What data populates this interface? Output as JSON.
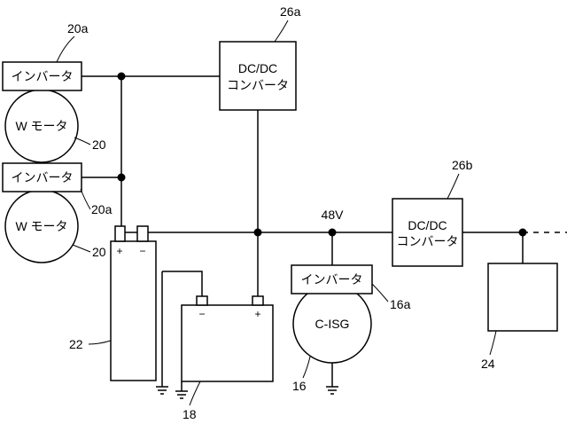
{
  "labels": {
    "inverter_w1": "インバータ",
    "inverter_w2": "インバータ",
    "inverter_isg": "インバータ",
    "motor_w1": "W モータ",
    "motor_w2": "W モータ",
    "dcdc_a_line1": "DC/DC",
    "dcdc_a_line2": "コンバータ",
    "dcdc_b_line1": "DC/DC",
    "dcdc_b_line2": "コンバータ",
    "isg": "C-ISG",
    "voltage": "48V",
    "batt22_plus": "+",
    "batt22_minus": "−",
    "batt18_plus": "+",
    "batt18_minus": "−"
  },
  "refs": {
    "r20a_top": "20a",
    "r20_top": "20",
    "r20a_bottom": "20a",
    "r20_bottom": "20",
    "r26a": "26a",
    "r26b": "26b",
    "r22": "22",
    "r18": "18",
    "r16a": "16a",
    "r16": "16",
    "r24": "24"
  }
}
